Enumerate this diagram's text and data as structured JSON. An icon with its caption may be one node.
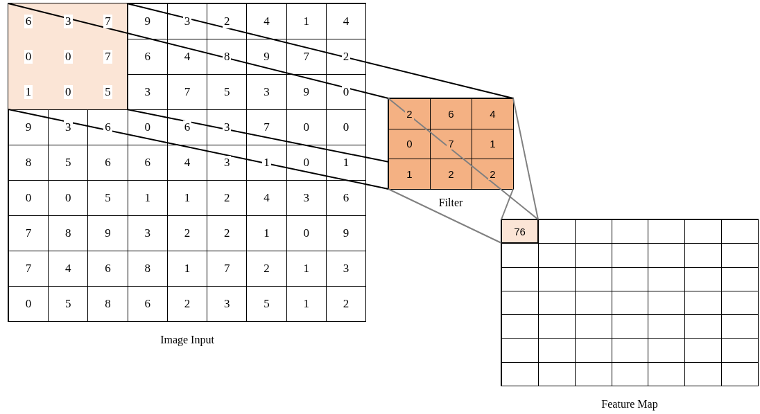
{
  "diagram": {
    "nodes": [
      {
        "text": [],
        "shape": "box",
        "beside": [
          "Image Input"
        ]
      },
      {
        "text": [],
        "shape": "box",
        "in": 0
      },
      {
        "text": [],
        "shape": "box",
        "beside": [
          "Filter"
        ]
      },
      {
        "text": [],
        "shape": "box",
        "beside": [
          "Feature Map"
        ]
      },
      {
        "text": [
          "76"
        ],
        "in": 3
      }
    ],
    "edges": [
      {
        "from": 1,
        "to": 2,
        "arrow": "none"
      },
      {
        "from": 1,
        "to": 2,
        "arrow": "none"
      },
      {
        "from": 1,
        "to": 2,
        "arrow": "none"
      },
      {
        "from": 1,
        "to": 2,
        "arrow": "none"
      },
      {
        "from": 2,
        "to": 4,
        "arrow": "none",
        "color": "#808080"
      },
      {
        "from": 2,
        "to": 4,
        "arrow": "none",
        "color": "#808080"
      },
      {
        "from": 2,
        "to": 4,
        "arrow": "none",
        "color": "#808080"
      },
      {
        "from": 2,
        "to": 4,
        "arrow": "none",
        "color": "#808080"
      }
    ],
    "labels": [
      "6",
      "3",
      "7",
      "9",
      "3",
      "2",
      "4",
      "1",
      "4",
      "0",
      "0",
      "7",
      "6",
      "4",
      "8",
      "9",
      "7",
      "2",
      "1",
      "0",
      "5",
      "3",
      "7",
      "5",
      "3",
      "9",
      "0",
      "9",
      "3",
      "6",
      "0",
      "6",
      "3",
      "7",
      "0",
      "0",
      "8",
      "5",
      "6",
      "6",
      "4",
      "3",
      "1",
      "0",
      "1",
      "0",
      "0",
      "5",
      "1",
      "1",
      "2",
      "4",
      "3",
      "6",
      "7",
      "8",
      "9",
      "3",
      "2",
      "2",
      "1",
      "0",
      "9",
      "7",
      "4",
      "6",
      "8",
      "1",
      "7",
      "2",
      "1",
      "3",
      "0",
      "5",
      "8",
      "6",
      "2",
      "3",
      "5",
      "1",
      "2",
      "2",
      "6",
      "4",
      "0",
      "7",
      "1",
      "1",
      "2",
      "2"
    ]
  }
}
